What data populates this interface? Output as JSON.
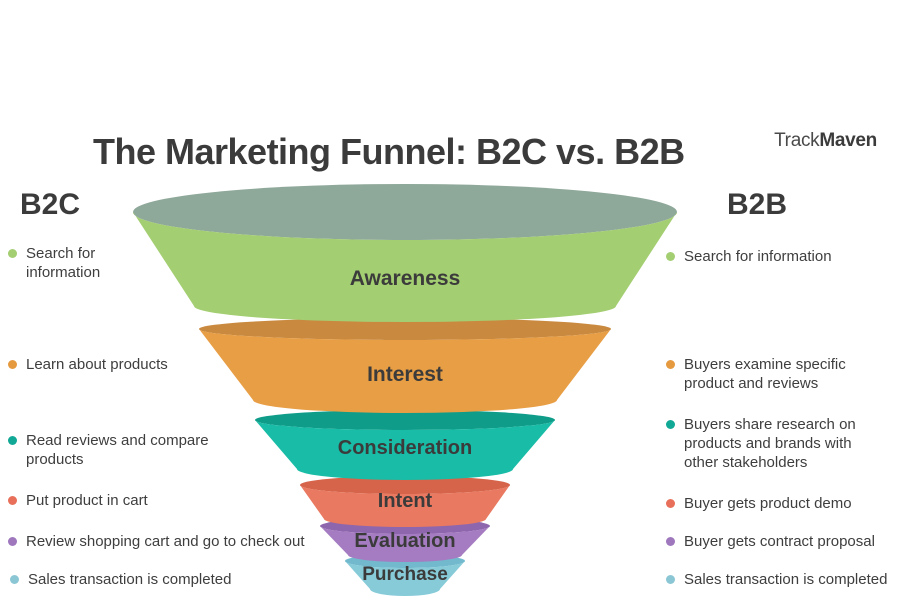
{
  "header": {
    "title": "The Marketing Funnel: B2C vs. B2B",
    "brand_part1": "Track",
    "brand_part2": "Maven"
  },
  "funnel": {
    "stages": [
      {
        "label": "Awareness",
        "color": "#A4CE72",
        "top_color": "#8EA89A"
      },
      {
        "label": "Interest",
        "color": "#E89E45",
        "top_color": "#C98A40"
      },
      {
        "label": "Consideration",
        "color": "#19BCA6",
        "top_color": "#0F9D8A"
      },
      {
        "label": "Intent",
        "color": "#E97960",
        "top_color": "#D6644B"
      },
      {
        "label": "Evaluation",
        "color": "#A57CC1",
        "top_color": "#8E66AD"
      },
      {
        "label": "Purchase",
        "color": "#87CBD9",
        "top_color": "#72B9CD"
      }
    ]
  },
  "columns": {
    "b2c": {
      "heading": "B2C",
      "items": [
        {
          "color": "#A4CE72",
          "text": "Search for information"
        },
        {
          "color": "#E59A40",
          "text": "Learn about products"
        },
        {
          "color": "#12A896",
          "text": "Read reviews and compare products"
        },
        {
          "color": "#E8705A",
          "text": "Put product in cart"
        },
        {
          "color": "#9E77BD",
          "text": "Review shopping cart and go to check out"
        },
        {
          "color": "#8BC6D5",
          "text": "Sales transaction is completed"
        }
      ]
    },
    "b2b": {
      "heading": "B2B",
      "items": [
        {
          "color": "#A4CE72",
          "text": "Search for information"
        },
        {
          "color": "#E59A40",
          "text": "Buyers examine specific product and reviews"
        },
        {
          "color": "#12A896",
          "text": "Buyers share research on products and brands with other stakeholders"
        },
        {
          "color": "#E8705A",
          "text": "Buyer gets product demo"
        },
        {
          "color": "#9E77BD",
          "text": "Buyer gets contract proposal"
        },
        {
          "color": "#8BC6D5",
          "text": "Sales transaction is completed"
        }
      ]
    }
  }
}
